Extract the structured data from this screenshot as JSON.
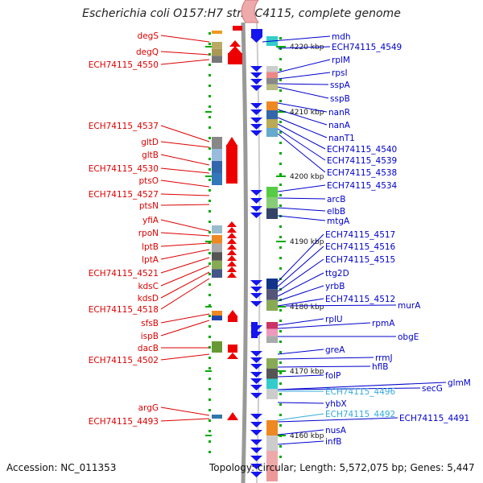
{
  "title": "Escherichia coli O157:H7 str. EC4115, complete genome",
  "accession": "Accession: NC_011353",
  "topology": "Topology: circular; Length: 5,572,075 bp; Genes: 5,447",
  "colors": {
    "left_label": "#dd0000",
    "right_label": "#0000cc",
    "highlight_label": "#33aadd",
    "strand_minus": "#ee0000",
    "strand_plus": "#1515ee",
    "tick": "#00aa00",
    "chromosome": "#999999"
  },
  "scale_labels": [
    "4220 kbp",
    "4210 kbp",
    "4200 kbp",
    "4190 kbp",
    "4180 kbp",
    "4170 kbp",
    "4160 kbp"
  ],
  "left_genes": [
    "degS",
    "degQ",
    "ECH74115_4550",
    "ECH74115_4537",
    "gltD",
    "gltB",
    "ECH74115_4530",
    "ptsO",
    "ECH74115_4527",
    "ptsN",
    "yfiA",
    "rpoN",
    "lptB",
    "lptA",
    "ECH74115_4521",
    "kdsC",
    "kdsD",
    "ECH74115_4518",
    "sfsB",
    "ispB",
    "dacB",
    "ECH74115_4502",
    "argG",
    "ECH74115_4493"
  ],
  "right_genes": [
    "mdh",
    "ECH74115_4549",
    "rplM",
    "rpsI",
    "sspA",
    "sspB",
    "nanR",
    "nanA",
    "nanT1",
    "ECH74115_4540",
    "ECH74115_4539",
    "ECH74115_4538",
    "ECH74115_4534",
    "arcB",
    "elbB",
    "mtgA",
    "ECH74115_4517",
    "ECH74115_4516",
    "ECH74115_4515",
    "ttg2D",
    "yrbB",
    "ECH74115_4512",
    "murA",
    "rplU",
    "rpmA",
    "obgE",
    "greA",
    "rrmJ",
    "hflB",
    "folP",
    "secG",
    "glmM",
    "ECH74115_4496",
    "yhbX",
    "ECH74115_4492",
    "ECH74115_4491",
    "nusA",
    "infB"
  ]
}
